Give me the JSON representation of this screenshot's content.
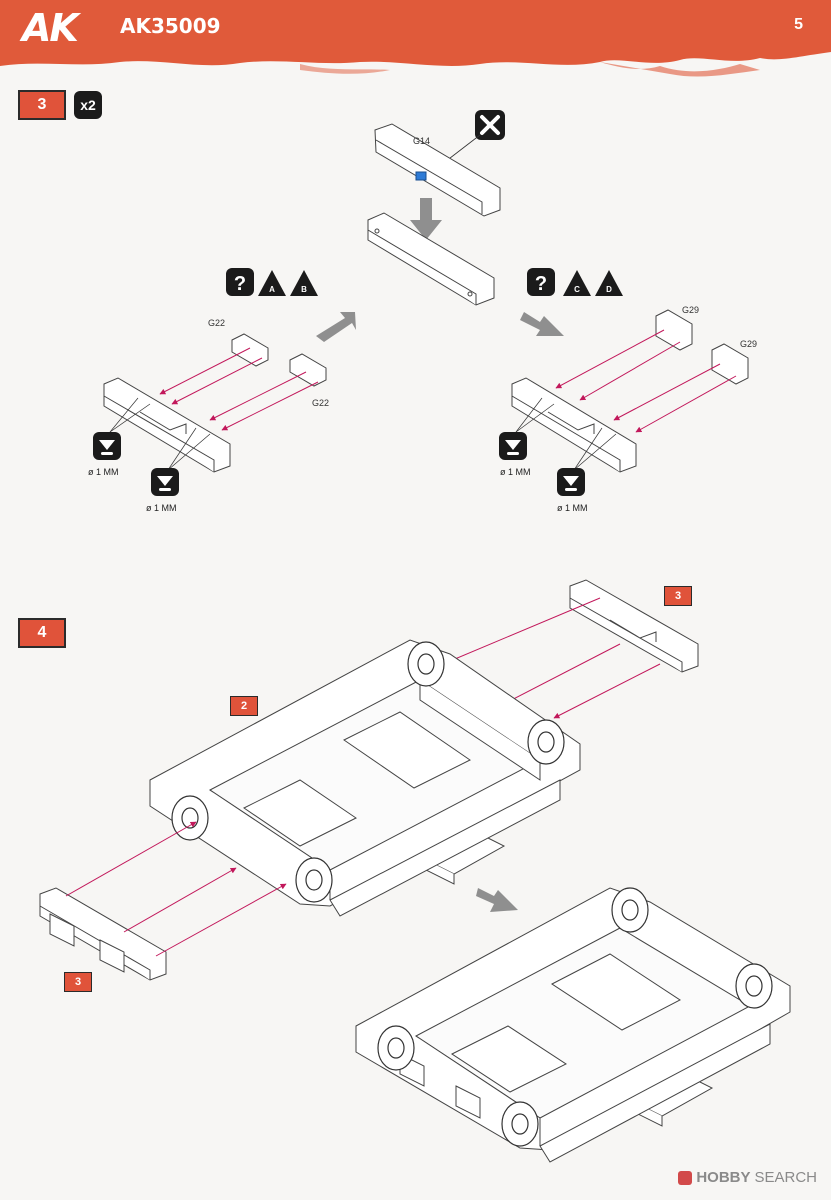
{
  "header": {
    "brand": "AK",
    "product_code": "AK35009",
    "page_number": "5",
    "bar_color": "#e05a3a"
  },
  "step3": {
    "number": "3",
    "quantity": "x2",
    "part_top": "G14",
    "remove_icon": "cross-icon",
    "left_branch": {
      "options": [
        "A",
        "B"
      ],
      "parts": [
        "G22",
        "G22"
      ],
      "drill_labels": [
        "ø 1 MM",
        "ø 1 MM"
      ]
    },
    "right_branch": {
      "options": [
        "C",
        "D"
      ],
      "parts": [
        "G29",
        "G29"
      ],
      "drill_labels": [
        "ø 1 MM",
        "ø 1 MM"
      ]
    }
  },
  "step4": {
    "number": "4",
    "refs": [
      "3",
      "2",
      "3"
    ]
  },
  "watermark": {
    "part1": "HOBBY",
    "part2": "SEARCH"
  },
  "colors": {
    "accent": "#e0533a",
    "guide_line": "#c2185b",
    "highlight_part": "#2e7bd6"
  }
}
